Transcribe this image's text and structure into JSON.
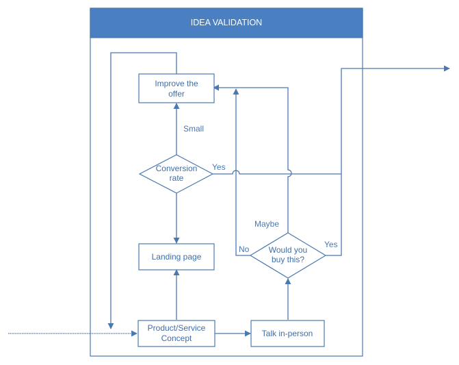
{
  "title": "IDEA VALIDATION",
  "colors": {
    "header": "#4a80c2",
    "stroke": "#4a78b0",
    "text": "#3f6ea8"
  },
  "nodes": {
    "improve": [
      "Improve the",
      "offer"
    ],
    "conversion": [
      "Conversion",
      "rate"
    ],
    "landing": "Landing page",
    "concept": [
      "Product/Service",
      "Concept"
    ],
    "talk": "Talk in-person",
    "buy": [
      "Would you",
      "buy this?"
    ]
  },
  "edge_labels": {
    "small": "Small",
    "yes_conversion": "Yes",
    "maybe": "Maybe",
    "no": "No",
    "yes_buy": "Yes"
  }
}
